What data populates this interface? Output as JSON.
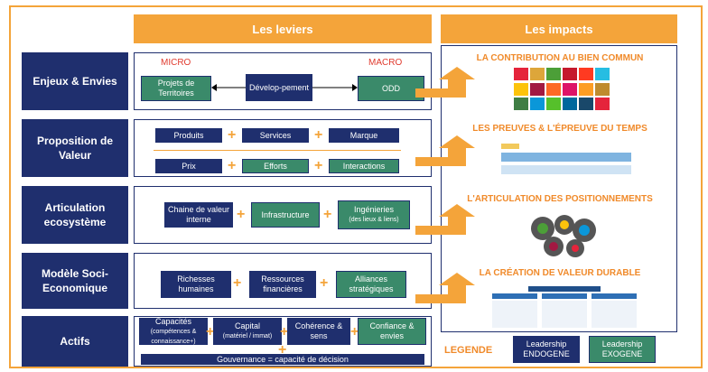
{
  "headers": {
    "levers": "Les leviers",
    "impacts": "Les impacts"
  },
  "rows": [
    {
      "label": "Enjeux & Envies"
    },
    {
      "label": "Proposition de Valeur"
    },
    {
      "label": "Articulation ecosystème"
    },
    {
      "label": "Modèle Soci-Economique"
    },
    {
      "label": "Actifs"
    }
  ],
  "row1": {
    "micro": "MICRO",
    "macro": "MACRO",
    "projets": "Projets de Territoires",
    "developpement": "Dévelop-pement",
    "odd": "ODD"
  },
  "row2": {
    "produits": "Produits",
    "services": "Services",
    "marque": "Marque",
    "prix": "Prix",
    "efforts": "Efforts",
    "interactions": "Interactions"
  },
  "row3": {
    "chaine": "Chaine de valeur interne",
    "infrastructure": "Infrastructure",
    "ingenieries": "Ingénieries",
    "ingenieries_sub": "(des lieux & liens)"
  },
  "row4": {
    "richesses": "Richesses humaines",
    "ressources": "Ressources financières",
    "alliances": "Alliances stratégiques"
  },
  "row5": {
    "capacites": "Capacités",
    "capacites_sub": "(compétences & connaissance+)",
    "capital": "Capital",
    "capital_sub": "(matériel / immat)",
    "coherence": "Cohérence & sens",
    "confiance": "Confiance & envies",
    "gouvernance": "Gouvernance = capacité de décision"
  },
  "impacts": [
    {
      "title": "LA CONTRIBUTION AU BIEN COMMUN"
    },
    {
      "title": "LES PREUVES & L'ÉPREUVE DU TEMPS"
    },
    {
      "title": "L'ARTICULATION DES POSITIONNEMENTS"
    },
    {
      "title": "LA CRÉATION DE VALEUR DURABLE"
    }
  ],
  "legend": {
    "title": "LEGENDE",
    "endogene": "Leadership ENDOGENE",
    "exogene": "Leadership EXOGENE"
  },
  "colors": {
    "orange": "#f4a43a",
    "navy": "#1f2f6e",
    "green": "#3a8a6a"
  },
  "sdg_colors": [
    "#e5243b",
    "#dda63a",
    "#4c9f38",
    "#c5192d",
    "#ff3a21",
    "#26bde2",
    "#fcc30b",
    "#a21942",
    "#fd6925",
    "#dd1367",
    "#fd9d24",
    "#bf8b2e",
    "#3f7e44",
    "#0a97d9",
    "#56c02b",
    "#00689d",
    "#19486a",
    "#e5243b"
  ]
}
